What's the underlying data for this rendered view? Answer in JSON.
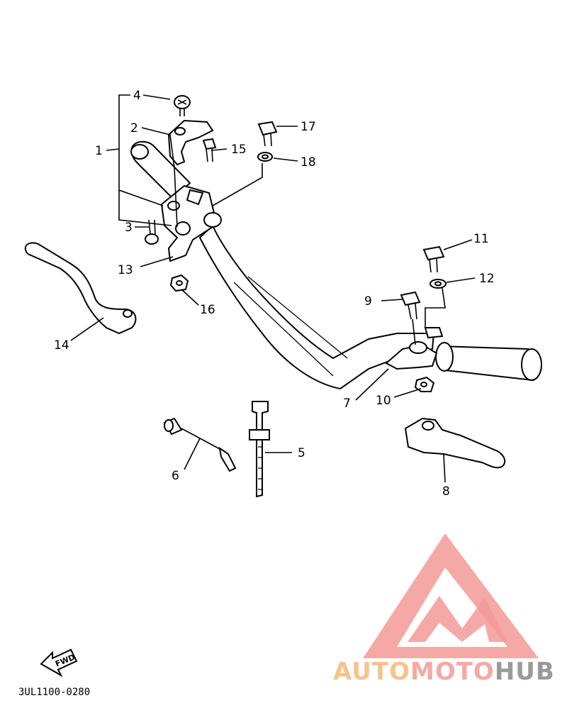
{
  "diagram": {
    "part_labels": [
      "1",
      "2",
      "3",
      "4",
      "5",
      "6",
      "7",
      "8",
      "9",
      "10",
      "11",
      "12",
      "13",
      "14",
      "15",
      "16",
      "17",
      "18"
    ],
    "drawing_code": "3UL1100-0280",
    "fwd_label": "FWD"
  },
  "watermark": {
    "text_auto": "AUTO",
    "text_moto": "MOTO",
    "text_hub": "HUB",
    "colors": {
      "auto": "#f7c38a",
      "moto": "#f4a9a3",
      "hub": "#9a9a9a",
      "logo": "#f39a96"
    }
  }
}
